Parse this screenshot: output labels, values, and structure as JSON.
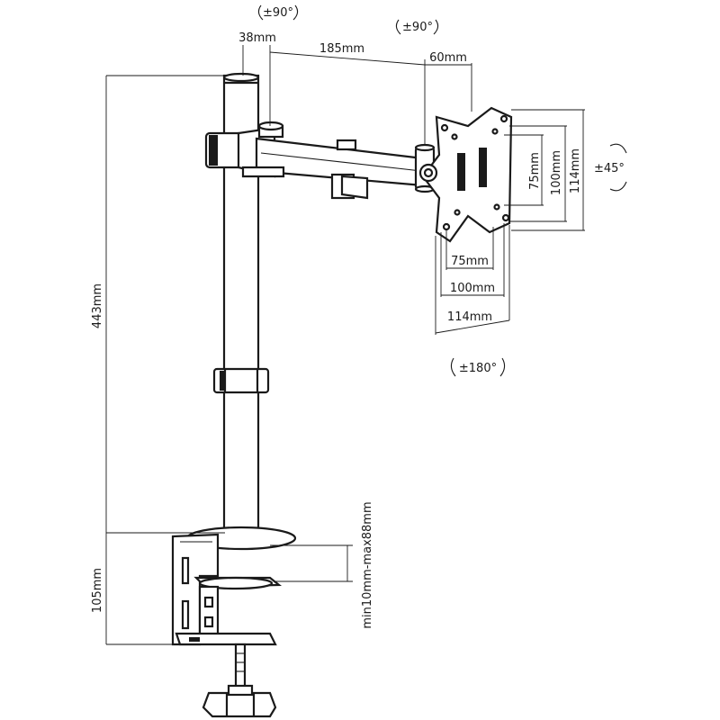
{
  "labels": {
    "arm_offset": "38mm",
    "arm_length": "185mm",
    "head_offset": "60mm",
    "pole_height": "443mm",
    "clamp_height": "105mm",
    "desk_range": "min10mm-max88mm",
    "vesa_h_75": "75mm",
    "vesa_h_100": "100mm",
    "vesa_h_114": "114mm",
    "vesa_v_75": "75mm",
    "vesa_v_100": "100mm",
    "vesa_v_114": "114mm"
  },
  "rotations": {
    "arm_swivel": "±90°",
    "head_swivel": "±90°",
    "tilt": "±45°",
    "rotate": "±180°"
  }
}
